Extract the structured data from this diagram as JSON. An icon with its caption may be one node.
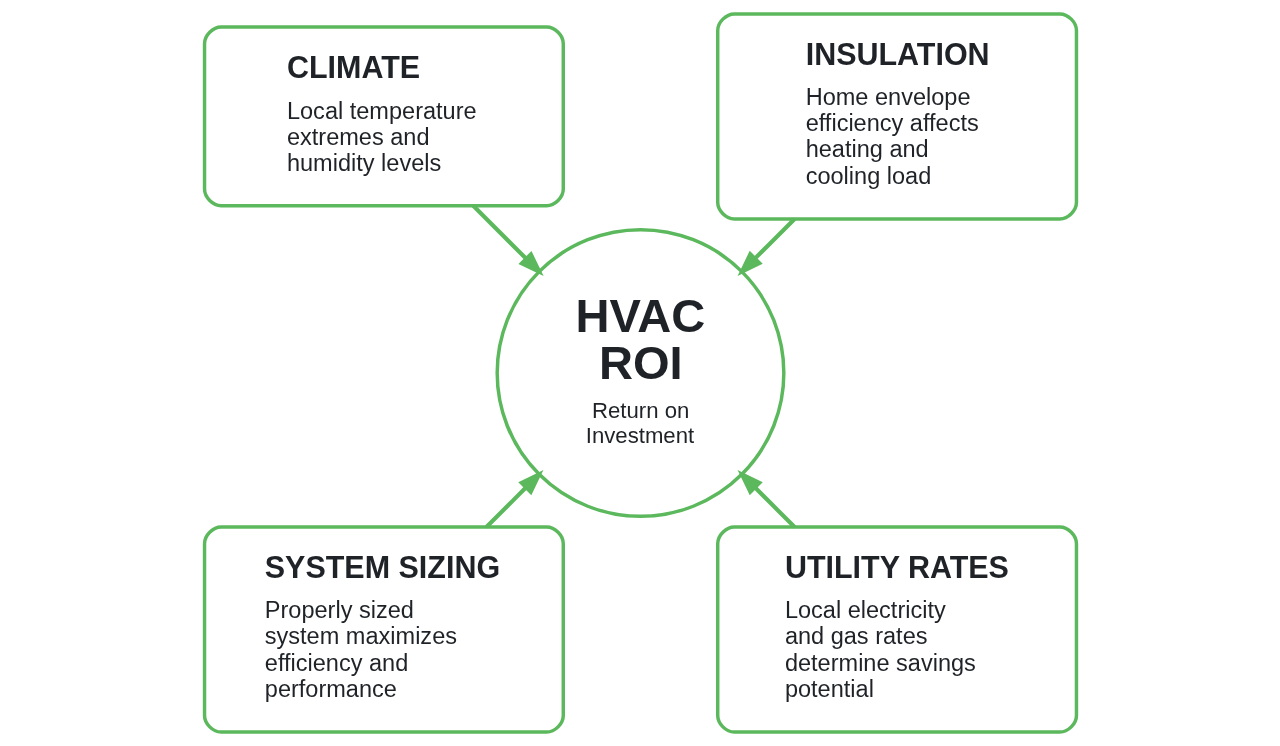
{
  "diagram": {
    "nodes": [
      {
        "text": [
          "CLIMATE",
          "Local temperature extremes and humidity levels"
        ]
      },
      {
        "text": [
          "INSULATION",
          "Home envelope efficiency affects heating and cooling load"
        ]
      },
      {
        "text": [
          "HVAC ROI",
          "Return on Investment"
        ]
      },
      {
        "text": [
          "SYSTEM SIZING",
          "Properly sized system maximizes efficiency and performance"
        ]
      },
      {
        "text": [
          "UTILITY RATES",
          "Local electricity and gas rates determine savings potential"
        ]
      }
    ],
    "edges": [
      {
        "from": 0,
        "to": 2,
        "arrow": "to"
      },
      {
        "from": 1,
        "to": 2,
        "arrow": "to"
      },
      {
        "from": 3,
        "to": 2,
        "arrow": "to"
      },
      {
        "from": 4,
        "to": 2,
        "arrow": "to"
      }
    ]
  }
}
